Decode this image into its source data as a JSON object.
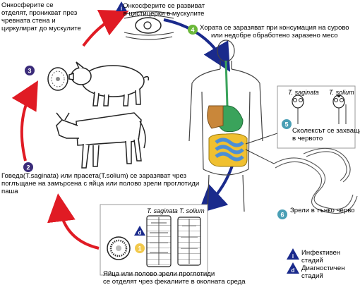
{
  "labels": {
    "oncosphere_body": "Онкосферите се\nотделят, проникват през\nчревната стена и\nциркулират до мускулите",
    "cysticerci": "Онкосферите се развиват\nв цистицерки в мускулите",
    "human_infection": "Хората се заразяват при консумация на сурово\nили недобре обработено заразено месо",
    "scolex": "Сколексът се захваща\nв червото",
    "adults": "Зрели в тънко черво",
    "animals_infected": "Говеда(T.saginata) или прасета(T.solium) се заразяват чрез\nпоглъщане на замърсена с яйца или полово зрели проглотиди\nпаша",
    "eggs_passed": "Яйца или полово зрели проглотиди\nсе отделят чрез фекалиите в околната среда",
    "t_saginata": "T. saginata",
    "t_solium": "T. solium"
  },
  "legend": {
    "infective": "Инфективен\nстадий",
    "diagnostic": "Диагностичен\nстадий"
  },
  "stage_badges": [
    "1",
    "2",
    "3",
    "4",
    "5",
    "6"
  ],
  "stage_markers": {
    "infective": "i",
    "diagnostic": "d"
  },
  "colors": {
    "red_arrow": "#e01b24",
    "blue_arrow": "#1a2a8c",
    "stage_purple": "#3b2c7a",
    "stage_green": "#6bb83a",
    "stage_teal": "#4a9fb5",
    "stage_yellow": "#f2c94c",
    "stomach": "#3aa35b",
    "intestine": "#4c8fd6",
    "colon": "#f0c030",
    "liver": "#c9873a"
  }
}
